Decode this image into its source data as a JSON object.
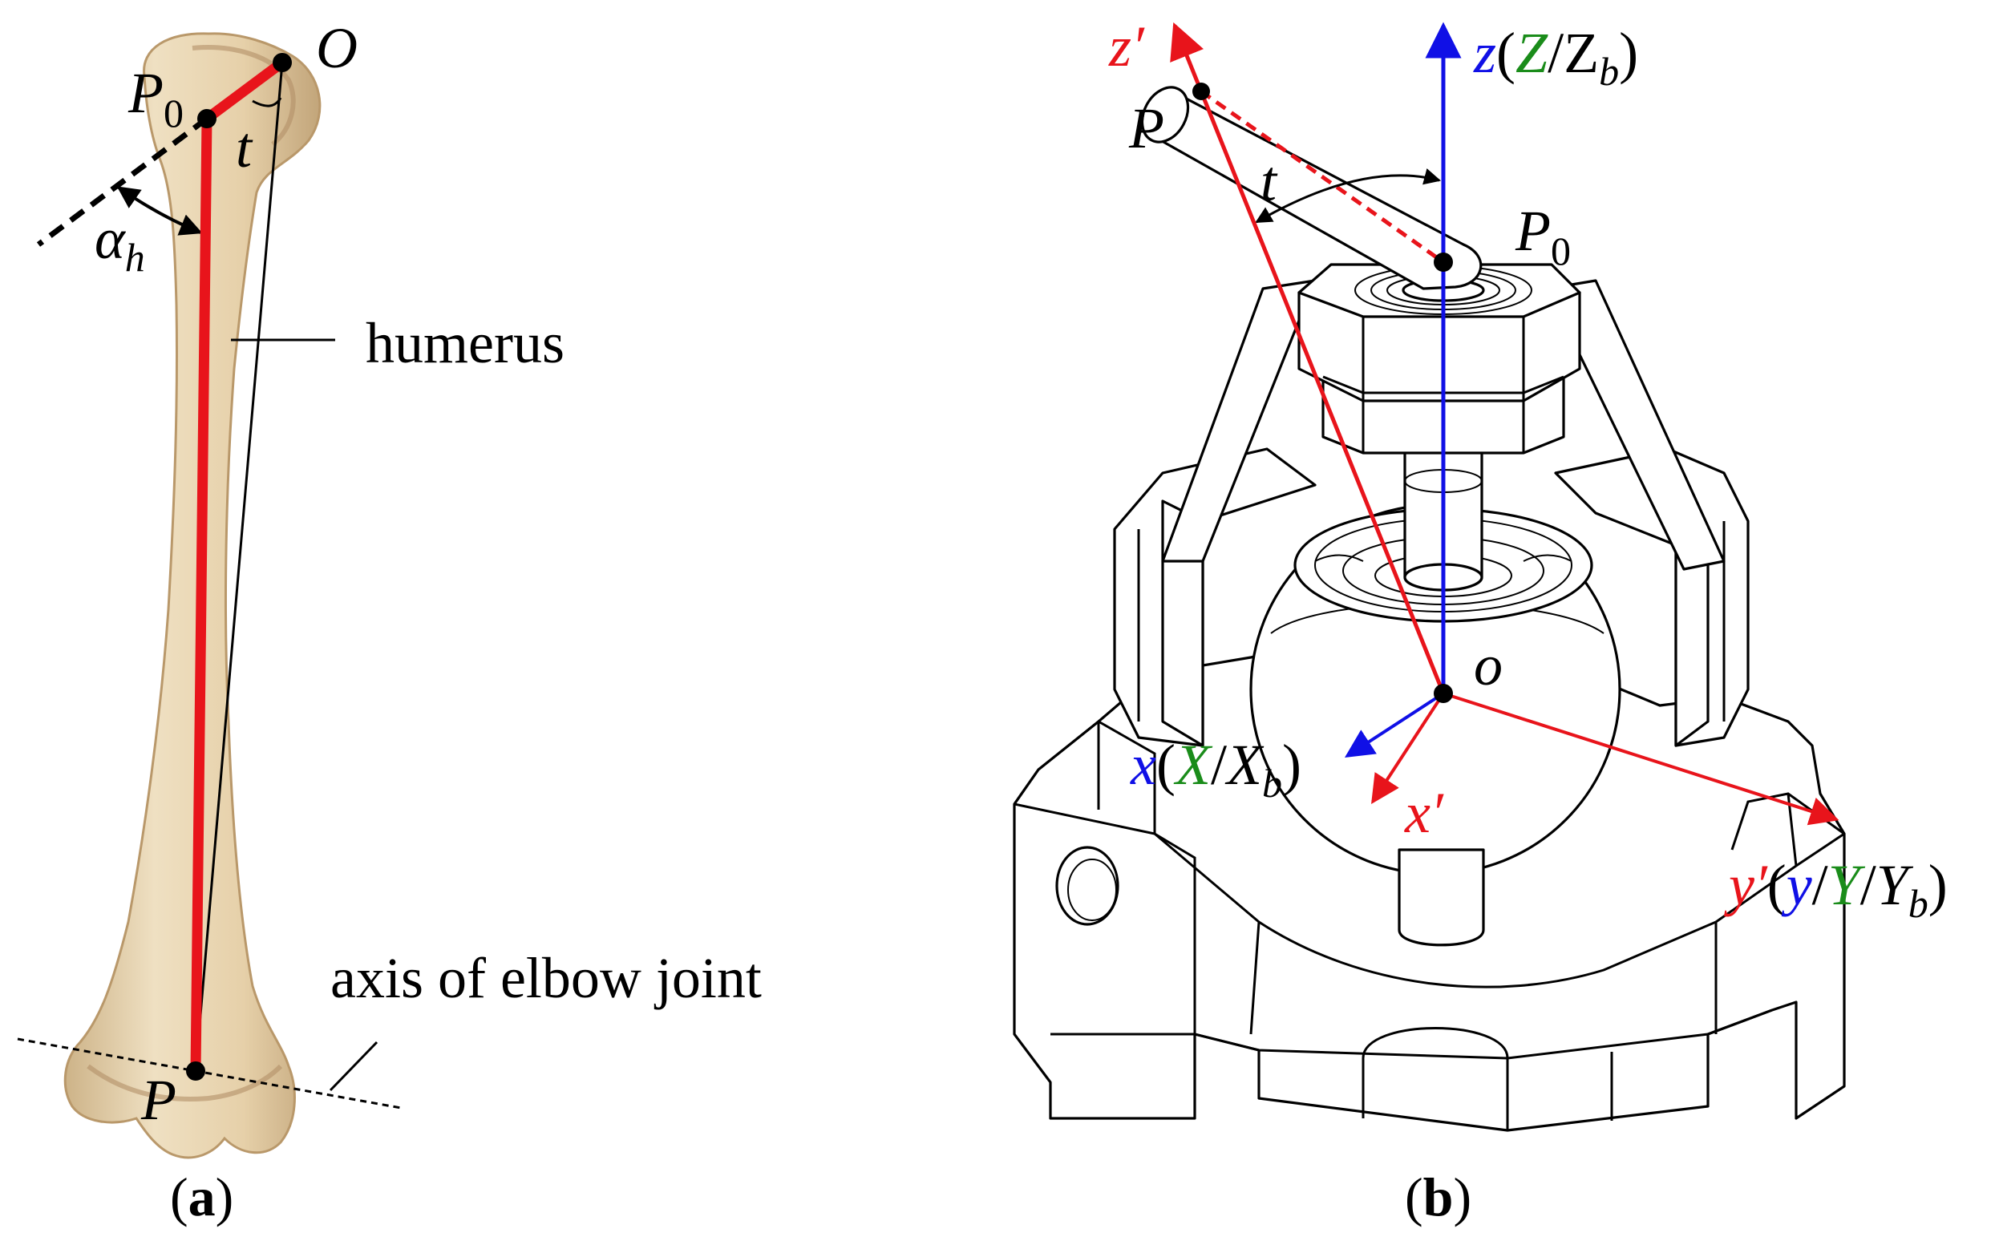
{
  "colors": {
    "red": "#e8141b",
    "blue": "#1010e6",
    "green": "#1a8c1a",
    "black": "#000000",
    "bone_fill": "#e9d6b2",
    "bone_shade": "#c9ad80"
  },
  "panel_a": {
    "caption": "(a)",
    "caption_letter": "a",
    "label_O": "O",
    "label_P0_main": "P",
    "label_P0_sub": "0",
    "label_P": "P",
    "label_t": "t",
    "label_alpha_main": "α",
    "label_alpha_sub": "h",
    "label_humerus": "humerus",
    "label_elbow_axis": "axis of elbow joint"
  },
  "panel_b": {
    "caption": "(b)",
    "caption_letter": "b",
    "label_zprime": "z′",
    "label_P": "P",
    "label_t": "t",
    "label_P0_main": "P",
    "label_P0_sub": "0",
    "label_o": "o",
    "label_xprime": "x′",
    "z_axis": {
      "z": "z",
      "open": "(",
      "Z": "Z",
      "slash": "/",
      "Zb_main": "Z",
      "Zb_sub": "b",
      "close": ")"
    },
    "x_axis": {
      "x": "x",
      "open": "(",
      "X": "X",
      "slash": "/",
      "Xb_main": "X",
      "Xb_sub": "b",
      "close": ")"
    },
    "y_axis": {
      "yprime": "y′",
      "open": "(",
      "y": "y",
      "slash1": "/",
      "Y": "Y",
      "slash2": "/",
      "Yb_main": "Y",
      "Yb_sub": "b",
      "close": ")"
    }
  }
}
